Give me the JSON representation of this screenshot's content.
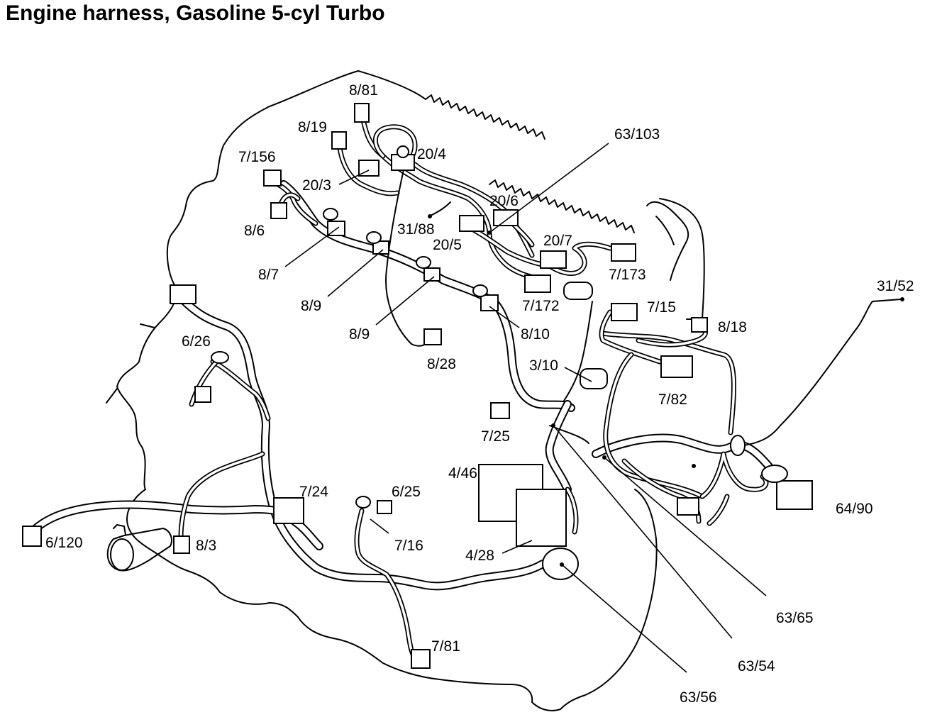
{
  "title": "Engine harness, Gasoline 5-cyl Turbo",
  "labels": {
    "l_8_81": "8/81",
    "l_8_19": "8/19",
    "l_20_4": "20/4",
    "l_63_103": "63/103",
    "l_7_156": "7/156",
    "l_20_3": "20/3",
    "l_20_6": "20/6",
    "l_8_6": "8/6",
    "l_31_88": "31/88",
    "l_20_5": "20/5",
    "l_20_7": "20/7",
    "l_7_173": "7/173",
    "l_8_7": "8/7",
    "l_8_9a": "8/9",
    "l_7_172": "7/172",
    "l_7_15": "7/15",
    "l_31_52": "31/52",
    "l_8_9b": "8/9",
    "l_8_10": "8/10",
    "l_8_18": "8/18",
    "l_6_26": "6/26",
    "l_8_28": "8/28",
    "l_3_10": "3/10",
    "l_7_82": "7/82",
    "l_7_25": "7/25",
    "l_4_46": "4/46",
    "l_7_24": "7/24",
    "l_6_25": "6/25",
    "l_64_90": "64/90",
    "l_6_120": "6/120",
    "l_8_3": "8/3",
    "l_7_16": "7/16",
    "l_4_28": "4/28",
    "l_63_65": "63/65",
    "l_7_81": "7/81",
    "l_63_54": "63/54",
    "l_63_56": "63/56"
  }
}
